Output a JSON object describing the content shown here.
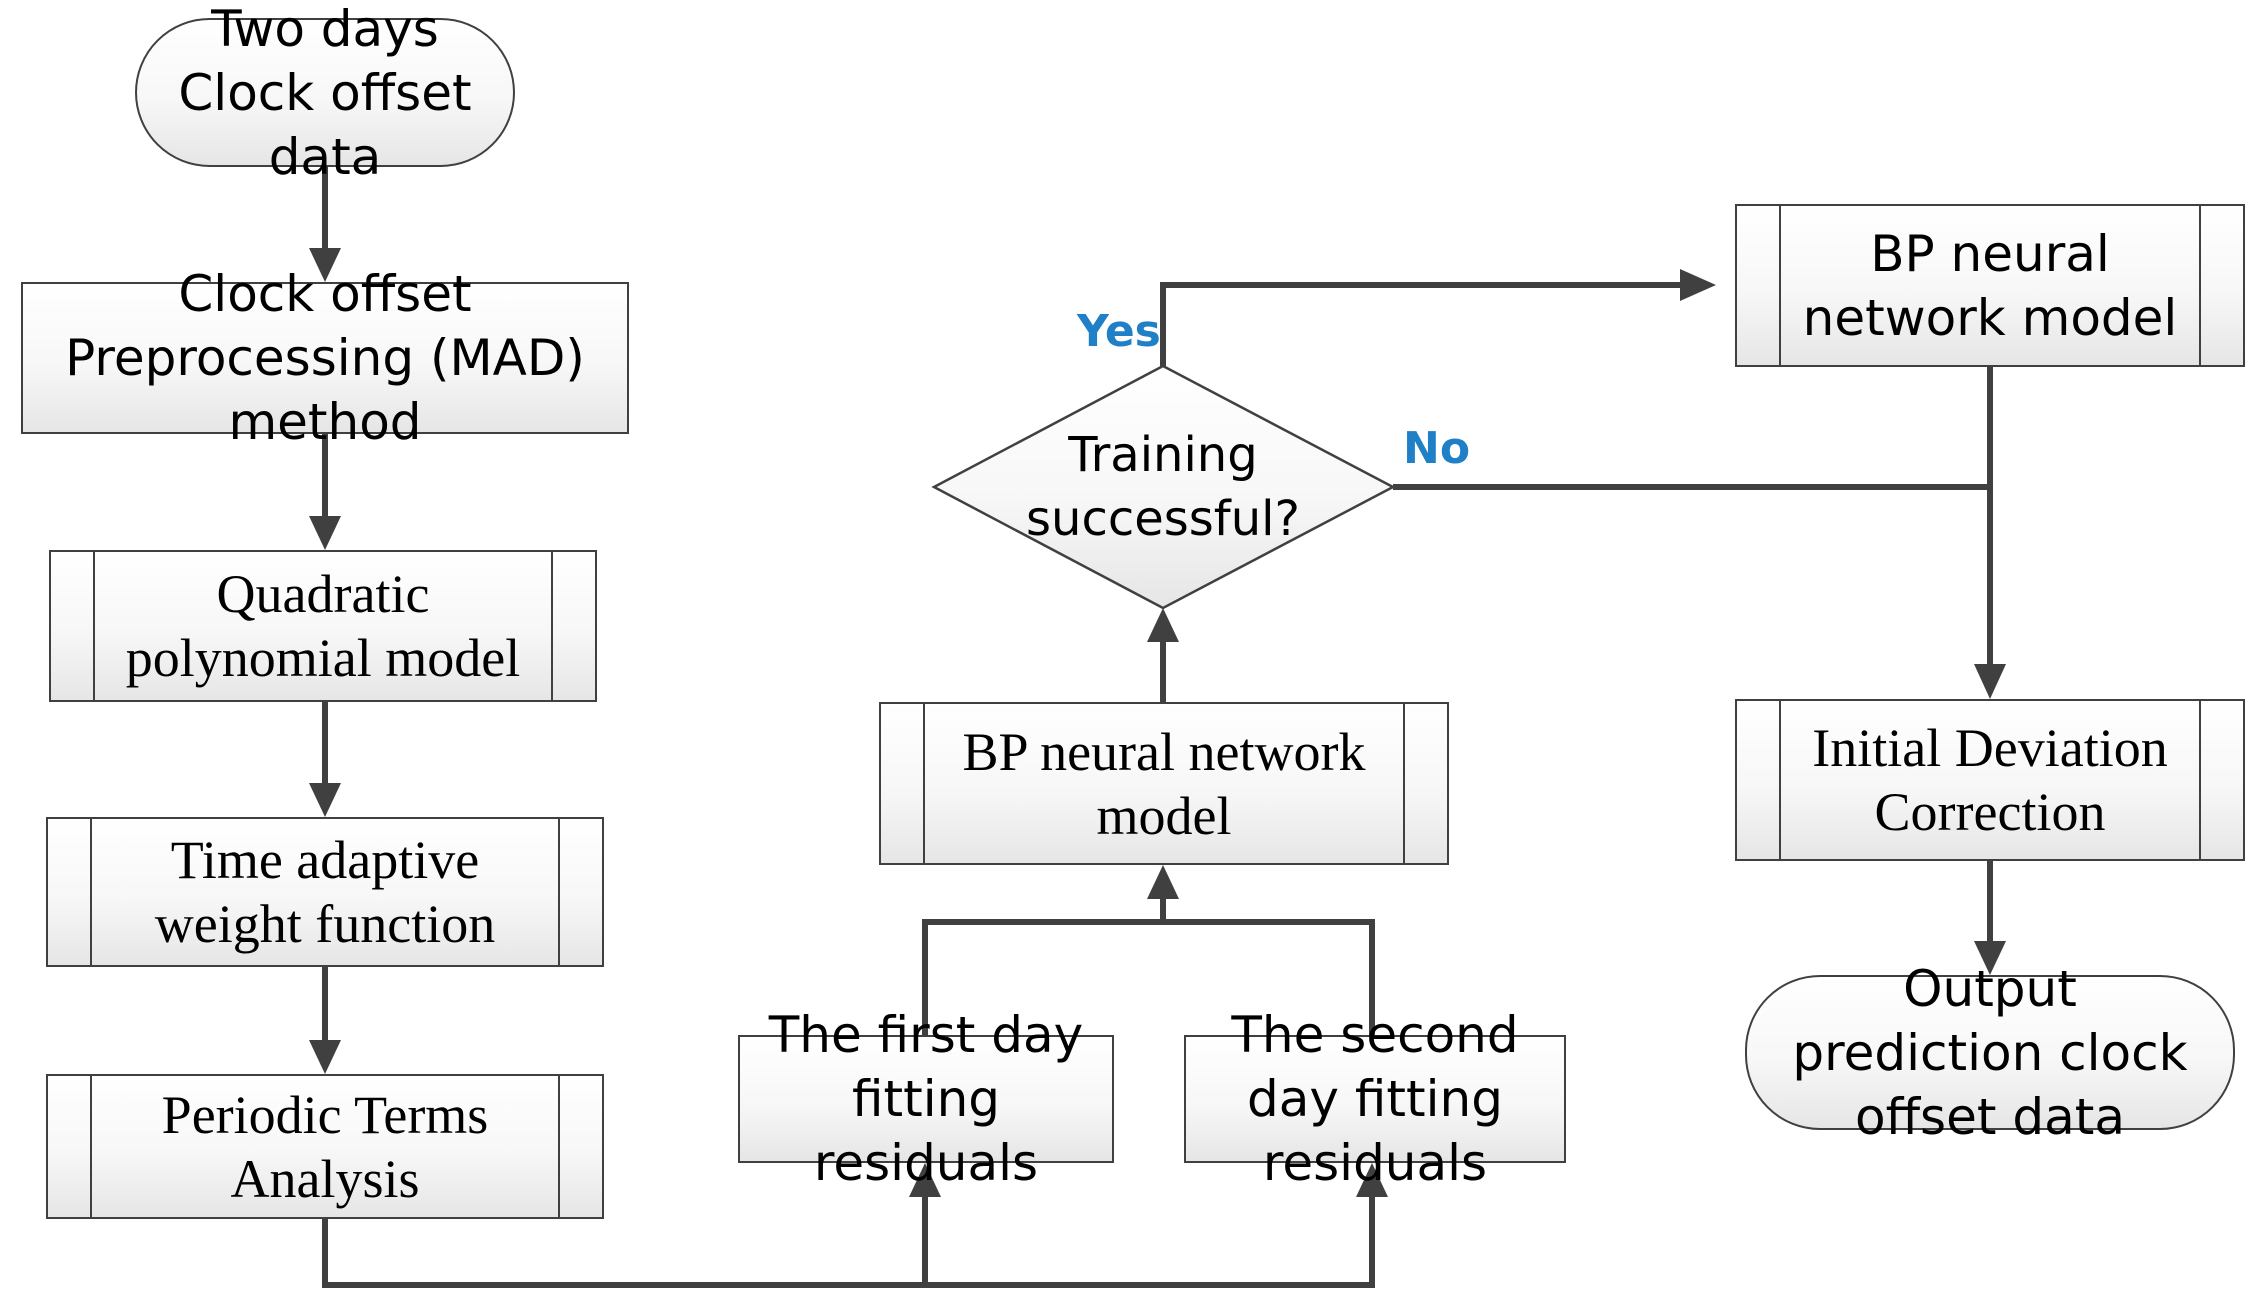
{
  "nodes": {
    "start": "Two days Clock offset data",
    "preprocessing": "Clock offset Preprocessing (MAD) method",
    "quadratic": "Quadratic polynomial model",
    "time_weight": "Time adaptive weight function",
    "periodic": "Periodic Terms Analysis",
    "first_day": "The first day fitting residuals",
    "second_day": "The second day fitting residuals",
    "bp_model_mid": "BP neural network model",
    "decision": "Training successful?",
    "bp_model_right": "BP neural network model",
    "deviation": "Initial Deviation Correction",
    "output": "Output prediction clock offset data"
  },
  "labels": {
    "yes": "Yes",
    "no": "No"
  },
  "colors": {
    "line": "#404040",
    "label": "#1f7fc7"
  }
}
